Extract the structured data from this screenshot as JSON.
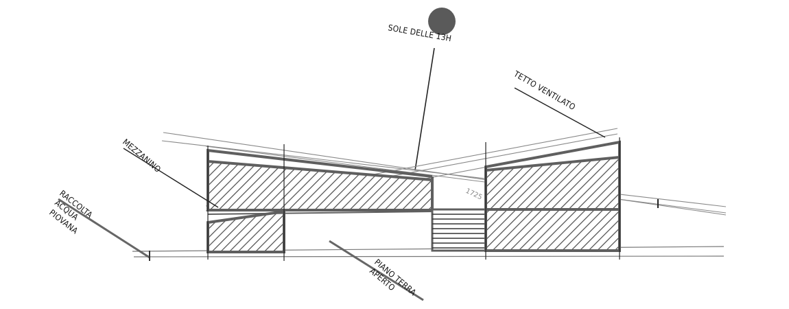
{
  "labels": {
    "sun": "SOLE DELLE 13H",
    "roof": "TETTO VENTILATO",
    "mezzanine": "MEZZANINO",
    "rain_1": "RACCOLTA",
    "rain_2": "ACQUA",
    "rain_3": "PIOVANA",
    "ground_1": "PIANO TERRA",
    "ground_2": "APERTO",
    "dimension": "1725"
  },
  "colors": {
    "sun": "#5a5a5a",
    "wall": "#5f5f5f",
    "hatch": "#4a4a4a",
    "line": "#777777"
  }
}
